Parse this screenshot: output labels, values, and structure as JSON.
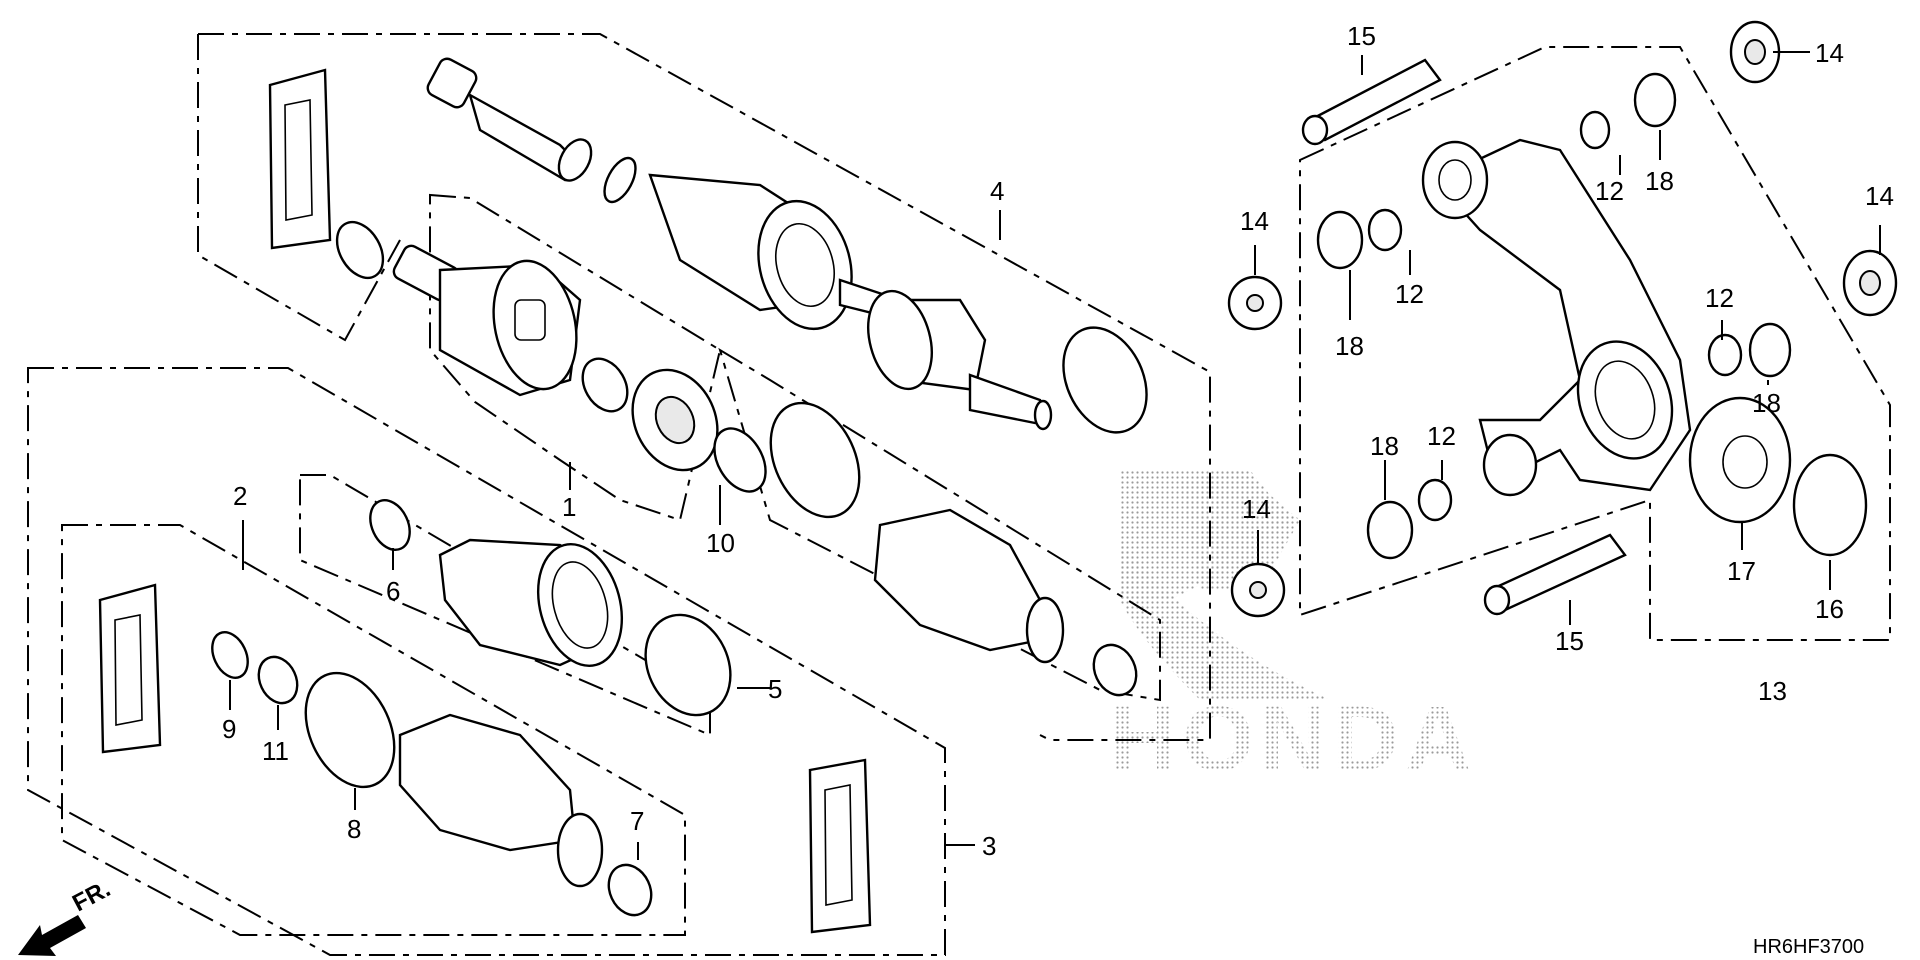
{
  "callouts": {
    "c1": "1",
    "c2": "2",
    "c3": "3",
    "c4": "4",
    "c5": "5",
    "c6": "6",
    "c7": "7",
    "c8": "8",
    "c9": "9",
    "c10": "10",
    "c11": "11",
    "c12a": "12",
    "c12b": "12",
    "c12c": "12",
    "c12d": "12",
    "c13": "13",
    "c14a": "14",
    "c14b": "14",
    "c14c": "14",
    "c14d": "14",
    "c15a": "15",
    "c15b": "15",
    "c16": "16",
    "c17": "17",
    "c18a": "18",
    "c18b": "18",
    "c18c": "18",
    "c18d": "18"
  },
  "direction_label": "FR.",
  "watermark": "HONDA",
  "diagram_code": "HR6HF3700"
}
